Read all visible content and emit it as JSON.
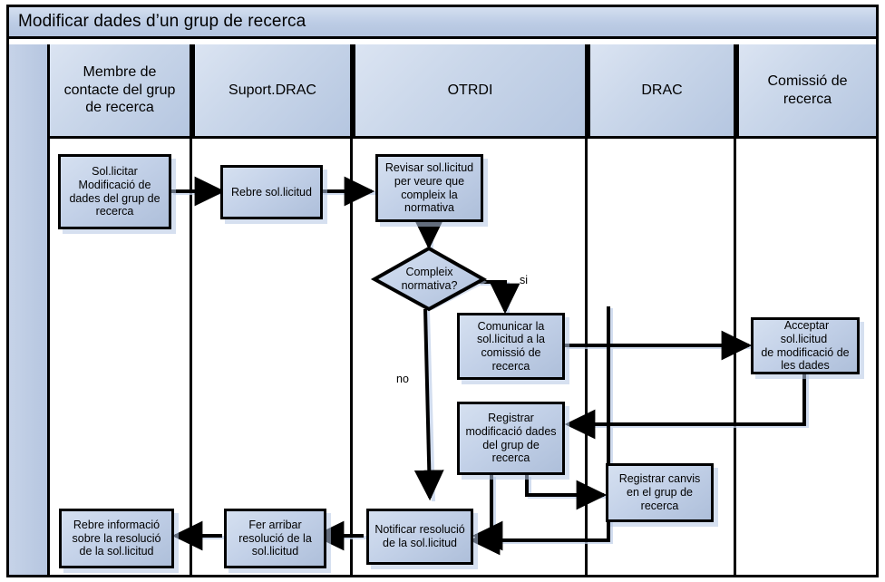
{
  "diagram": {
    "title": "Modificar dades d’un grup de recerca",
    "type": "swimlane-flowchart",
    "lanes": [
      {
        "id": "membre",
        "label": "Membre de contacte del grup de recerca"
      },
      {
        "id": "suport",
        "label": "Suport.DRAC"
      },
      {
        "id": "otrdi",
        "label": "OTRDI"
      },
      {
        "id": "drac",
        "label": "DRAC"
      },
      {
        "id": "comissio",
        "label": "Comissió de recerca"
      }
    ],
    "lane_labels": {
      "membre_l1": "Membre de",
      "membre_l2": "contacte del grup",
      "membre_l3": "de recerca",
      "suport": "Suport.DRAC",
      "otrdi": "OTRDI",
      "drac": "DRAC",
      "comissio_l1": "Comissió de",
      "comissio_l2": "recerca"
    },
    "nodes": [
      {
        "id": "n1",
        "lane": "membre",
        "shape": "process",
        "text": "Sol.licitar Modificació de dades del grup de recerca"
      },
      {
        "id": "n2",
        "lane": "suport",
        "shape": "process",
        "text": "Rebre sol.licitud"
      },
      {
        "id": "n3",
        "lane": "otrdi",
        "shape": "process",
        "text": "Revisar sol.licitud per veure que compleix la normativa"
      },
      {
        "id": "d1",
        "lane": "otrdi",
        "shape": "decision",
        "text": "Compleix normativa?"
      },
      {
        "id": "n4",
        "lane": "otrdi",
        "shape": "process",
        "text": "Comunicar la sol.licitud a la comissió de recerca"
      },
      {
        "id": "n5",
        "lane": "comissio",
        "shape": "process",
        "text": "Acceptar sol.licitud de modificació de les dades"
      },
      {
        "id": "n6",
        "lane": "otrdi",
        "shape": "process",
        "text": "Registrar modificació dades del grup de recerca"
      },
      {
        "id": "n7",
        "lane": "drac",
        "shape": "process",
        "text": "Registrar canvis en el grup de recerca"
      },
      {
        "id": "n8",
        "lane": "otrdi",
        "shape": "process",
        "text": "Notificar resolució de la sol.licitud"
      },
      {
        "id": "n9",
        "lane": "suport",
        "shape": "process",
        "text": "Fer arribar resolució de la sol.licitud"
      },
      {
        "id": "n10",
        "lane": "membre",
        "shape": "process",
        "text": "Rebre informació sobre la resolució de la sol.licitud"
      }
    ],
    "node_text": {
      "n1_l1": "Sol.licitar",
      "n1_l2": "Modificació de",
      "n1_l3": "dades del grup de",
      "n1_l4": "recerca",
      "n2": "Rebre sol.licitud",
      "n3_l1": "Revisar sol.licitud",
      "n3_l2": "per veure que",
      "n3_l3": "compleix la",
      "n3_l4": "normativa",
      "d1_l1": "Compleix",
      "d1_l2": "normativa?",
      "n4_l1": "Comunicar la",
      "n4_l2": "sol.licitud a la",
      "n4_l3": "comissió de",
      "n4_l4": "recerca",
      "n5_l1": "Acceptar sol.licitud",
      "n5_l2": "de modificació de",
      "n5_l3": "les dades",
      "n6_l1": "Registrar",
      "n6_l2": "modificació dades",
      "n6_l3": "del grup de",
      "n6_l4": "recerca",
      "n7_l1": "Registrar canvis",
      "n7_l2": "en el grup de",
      "n7_l3": "recerca",
      "n8_l1": "Notificar resolució",
      "n8_l2": "de la sol.licitud",
      "n9_l1": "Fer arribar",
      "n9_l2": "resolució de la",
      "n9_l3": "sol.licitud",
      "n10_l1": "Rebre informació",
      "n10_l2": "sobre la resolució",
      "n10_l3": "de la sol.licitud"
    },
    "branch_labels": {
      "yes": "si",
      "no": "no"
    },
    "edges": [
      {
        "from": "n1",
        "to": "n2",
        "label": ""
      },
      {
        "from": "n2",
        "to": "n3",
        "label": ""
      },
      {
        "from": "n3",
        "to": "d1",
        "label": ""
      },
      {
        "from": "d1",
        "to": "n4",
        "label": "si"
      },
      {
        "from": "d1",
        "to": "n8",
        "label": "no"
      },
      {
        "from": "n4",
        "to": "n5",
        "label": ""
      },
      {
        "from": "n5",
        "to": "n6",
        "label": ""
      },
      {
        "from": "n6",
        "to": "n7",
        "label": ""
      },
      {
        "from": "n6",
        "to": "n8",
        "label": ""
      },
      {
        "from": "n7",
        "to": "n8",
        "label": ""
      },
      {
        "from": "n8",
        "to": "n9",
        "label": ""
      },
      {
        "from": "n9",
        "to": "n10",
        "label": ""
      }
    ],
    "colors": {
      "border": "#000000",
      "node_fill_light": "#d5e0f0",
      "node_fill_dark": "#aebfda",
      "lane_header_light": "#dbe4f2",
      "lane_header_dark": "#b5c6e0",
      "title_bar": "#bccce5",
      "page_background": "#ffffff",
      "shadow": "#b4c6e4"
    }
  }
}
